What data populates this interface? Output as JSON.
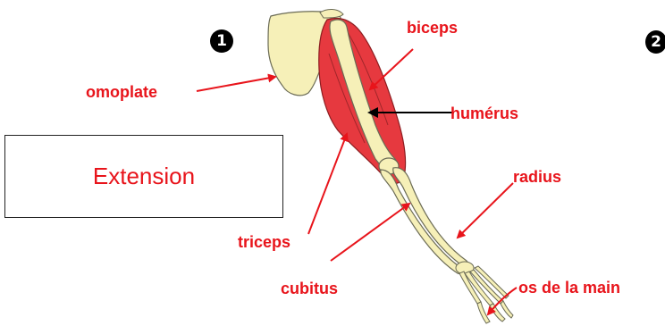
{
  "badges": {
    "first": "1",
    "second": "2"
  },
  "box": {
    "text": "Extension"
  },
  "labels": {
    "omoplate": "omoplate",
    "biceps": "biceps",
    "humerus": "humérus",
    "radius": "radius",
    "triceps": "triceps",
    "cubitus": "cubitus",
    "os_main": "os de la main"
  },
  "colors": {
    "label": "#e8141b",
    "arrow_red": "#e8141b",
    "arrow_black": "#000000",
    "muscle": "#e6393f",
    "bone": "#f6f0b8"
  },
  "icons": {
    "illustration": "arm-anatomy-illustration"
  }
}
